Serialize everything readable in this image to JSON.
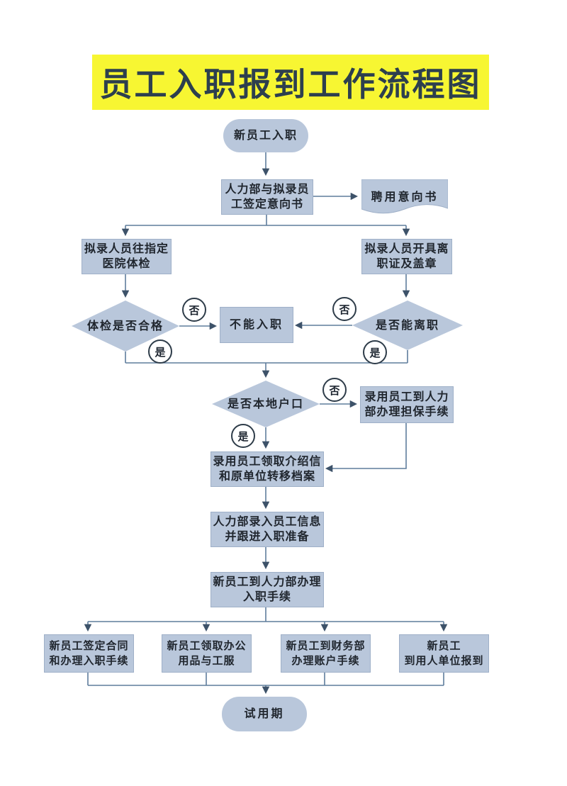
{
  "title": {
    "text": "员工入职报到工作流程图"
  },
  "colors": {
    "title_bg": "#f7f632",
    "title_text": "#2d3f4e",
    "node_fill": "#b9c7db",
    "node_text": "#20262e",
    "line": "#5f7d9c",
    "arrowhead": "#3d5269",
    "badge_border": "#2e3c49"
  },
  "labels": {
    "yes": "是",
    "no": "否"
  },
  "nodes": {
    "start": {
      "label": "新员工入职"
    },
    "sign_intent": {
      "line1": "人力部与拟录员",
      "line2": "工签定意向书"
    },
    "intent_doc": {
      "label": "聘用意向书"
    },
    "medical": {
      "line1": "拟录人员往指定",
      "line2": "医院体检"
    },
    "resign_cert": {
      "line1": "拟录人员开具离",
      "line2": "职证及盖章"
    },
    "medical_check": {
      "label": "体检是否合格"
    },
    "cannot_join": {
      "label": "不能入职"
    },
    "resign_check": {
      "label": "是否能离职"
    },
    "local_check": {
      "label": "是否本地户口"
    },
    "guarantee": {
      "line1": "录用员工到人力",
      "line2": "部办理担保手续"
    },
    "intro_letter": {
      "line1": "录用员工领取介绍信",
      "line2": "和原单位转移档案"
    },
    "entry_info": {
      "line1": "人力部录入员工信息",
      "line2": "并跟进入职准备"
    },
    "onboard_proc": {
      "line1": "新员工到人力部办理",
      "line2": "入职手续"
    },
    "contract": {
      "line1": "新员工签定合同",
      "line2": "和办理入职手续"
    },
    "supplies": {
      "line1": "新员工领取办公",
      "line2": "用品与工服"
    },
    "finance": {
      "line1": "新员工到财务部",
      "line2": "办理账户手续"
    },
    "report": {
      "line1": "新员工",
      "line2": "到用人单位报到"
    },
    "probation": {
      "label": "试用期"
    }
  }
}
